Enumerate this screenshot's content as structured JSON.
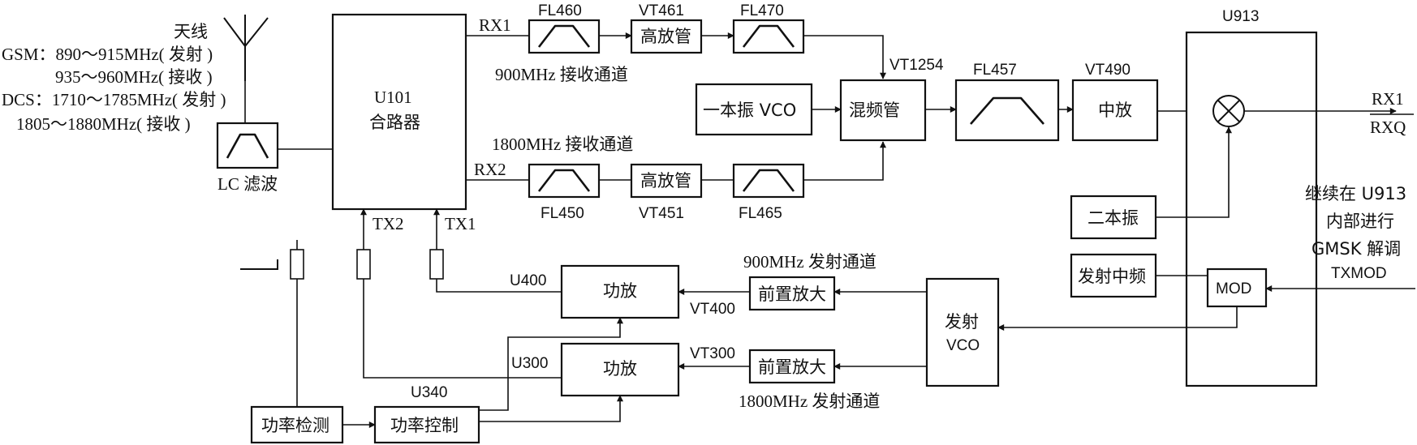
{
  "antenna": {
    "label": "天线",
    "bands": [
      "GSM：890～915MHz( 发射 )",
      "935～960MHz( 接收 )",
      "DCS：1710～1785MHz( 发射 )",
      "1805～1880MHz( 接收 )"
    ]
  },
  "lc_filter": {
    "label": "LC 滤波"
  },
  "u101": {
    "ref": "U101",
    "name": "合路器"
  },
  "rx900": {
    "port": "RX1",
    "filter1": "FL460",
    "amp_ref": "VT461",
    "amp": "高放管",
    "filter2": "FL470",
    "channel": "900MHz 接收通道"
  },
  "rx1800": {
    "port": "RX2",
    "channel": "1800MHz 接收通道",
    "filter1": "FL450",
    "amp_ref": "VT451",
    "amp": "高放管",
    "filter2": "FL465"
  },
  "mixer": {
    "ref": "VT1254",
    "name": "混频管"
  },
  "lo1": {
    "name": "一本振 VCO"
  },
  "if_filter": {
    "ref": "FL457"
  },
  "if_amp": {
    "ref": "VT490",
    "name": "中放"
  },
  "u913": {
    "ref": "U913",
    "lo2": "二本振",
    "tx_if": "发射中频",
    "mod": "MOD",
    "out1": "RX1",
    "out2": "RXQ",
    "note": [
      "继续在 U913",
      "内部进行",
      "GMSK 解调"
    ],
    "txmod": "TXMOD"
  },
  "tx": {
    "port2": "TX2",
    "port1": "TX1",
    "vco": [
      "发射",
      "VCO"
    ],
    "pa900": {
      "ref": "U400",
      "name": "功放"
    },
    "pre900": {
      "ref": "VT400",
      "name": "前置放大",
      "channel": "900MHz 发射通道"
    },
    "pa1800": {
      "ref": "U300",
      "name": "功放"
    },
    "pre1800": {
      "ref": "VT300",
      "name": "前置放大",
      "channel": "1800MHz 发射通道"
    },
    "power_detect": "功率检测",
    "power_ctrl": {
      "ref": "U340",
      "name": "功率控制"
    }
  }
}
